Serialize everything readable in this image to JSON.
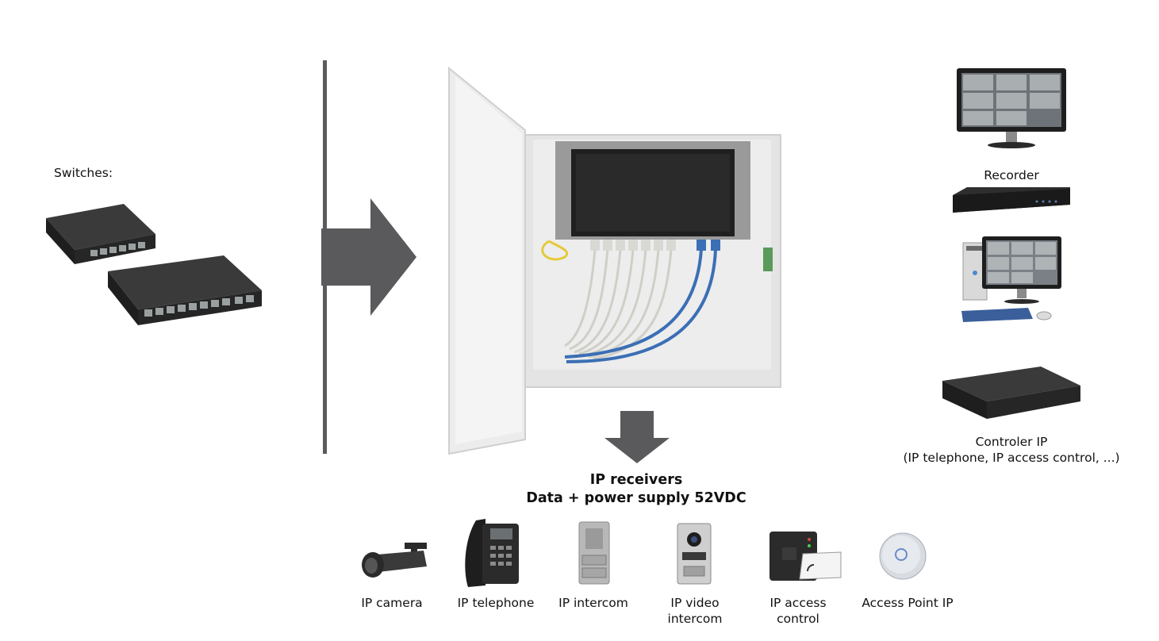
{
  "switches_label": "Switches:",
  "recorder_label": "Recorder",
  "controller_label_line1": "Controler IP",
  "controller_label_line2": "(IP telephone, IP access control, ...)",
  "receivers_title_line1": "IP receivers",
  "receivers_title_line2": "Data + power supply 52VDC",
  "devices": [
    {
      "line1": "IP camera",
      "line2": ""
    },
    {
      "line1": "IP telephone",
      "line2": ""
    },
    {
      "line1": "IP intercom",
      "line2": ""
    },
    {
      "line1": "IP video",
      "line2": "intercom"
    },
    {
      "line1": "IP access",
      "line2": "control"
    },
    {
      "line1": "Access Point IP",
      "line2": ""
    }
  ],
  "colors": {
    "arrow": "#5a5a5c",
    "cabinet": "#e9e9e9",
    "switch_body": "#2b2b2b",
    "ethernet_blue": "#3b6fb5",
    "ethernet_grey": "#cfcfc8",
    "ethernet_yellow": "#e6c93a"
  }
}
